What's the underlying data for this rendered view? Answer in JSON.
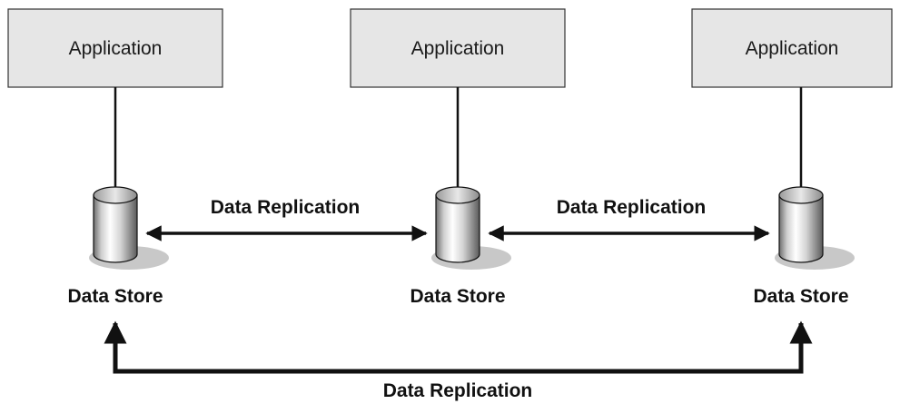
{
  "nodes": {
    "applications": [
      {
        "label": "Application"
      },
      {
        "label": "Application"
      },
      {
        "label": "Application"
      }
    ],
    "data_stores": [
      {
        "label": "Data Store"
      },
      {
        "label": "Data Store"
      },
      {
        "label": "Data Store"
      }
    ]
  },
  "edges": {
    "replication_left": {
      "label": "Data Replication"
    },
    "replication_right": {
      "label": "Data Replication"
    },
    "replication_bottom": {
      "label": "Data Replication"
    }
  },
  "colors": {
    "box_fill": "#e6e6e6",
    "box_stroke": "#333333",
    "line": "#111111",
    "shadow": "#c8c8c8"
  }
}
